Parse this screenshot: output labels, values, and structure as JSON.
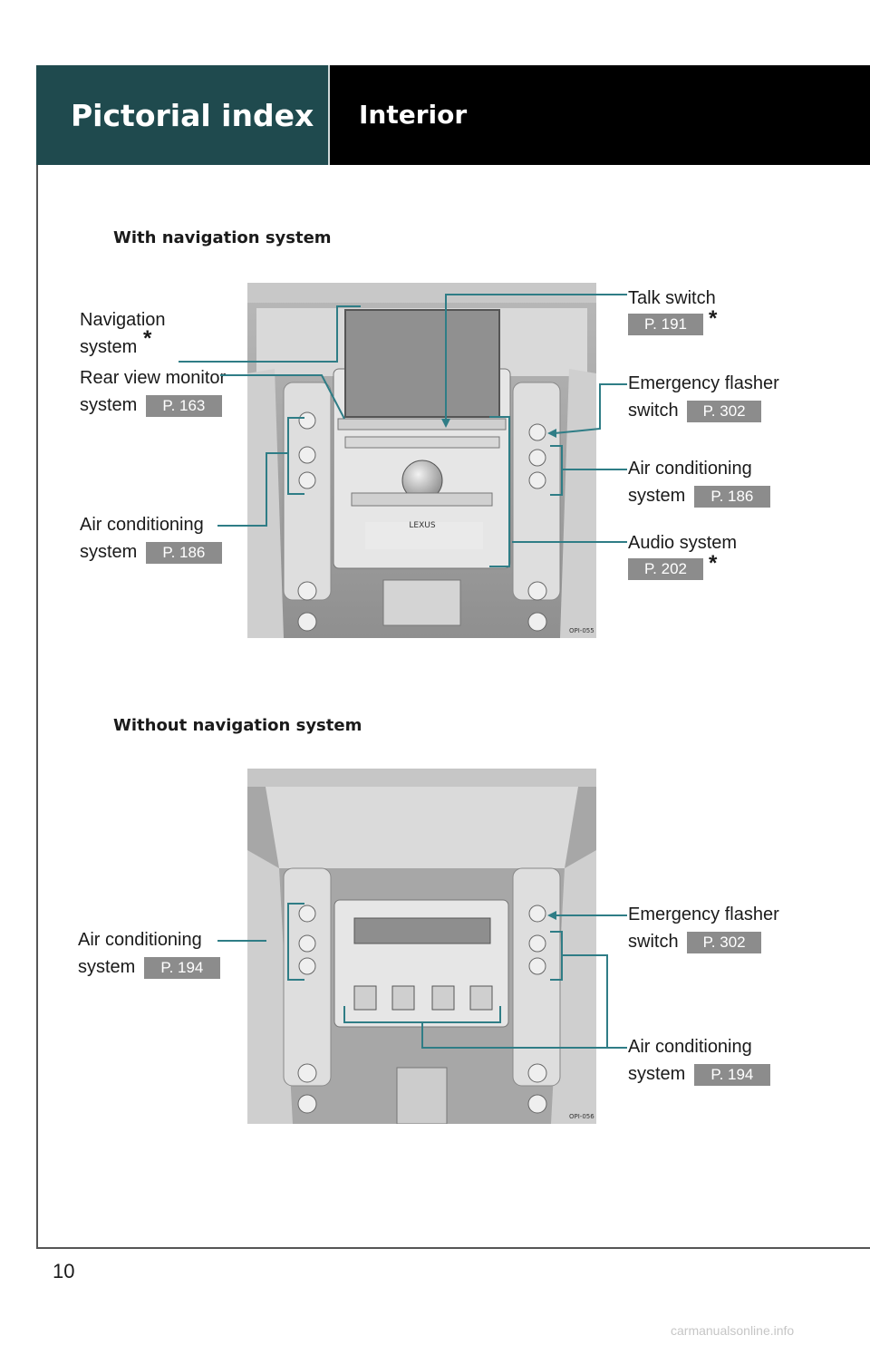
{
  "header": {
    "section": "Pictorial index",
    "title": "Interior"
  },
  "with_nav": {
    "title": "With navigation system",
    "figure_code": "OPI-055",
    "labels": {
      "navigation": {
        "line1": "Navigation",
        "line2": "system",
        "star": "*"
      },
      "rear_view": {
        "line1": "Rear view monitor",
        "line2": "system",
        "ref": "P. 163"
      },
      "air_left": {
        "line1": "Air conditioning",
        "line2": "system",
        "ref": "P. 186"
      },
      "talk": {
        "line1": "Talk switch",
        "ref": "P. 191",
        "star": "*"
      },
      "emergency": {
        "line1": "Emergency flasher",
        "line2": "switch",
        "ref": "P. 302"
      },
      "air_right": {
        "line1": "Air conditioning",
        "line2": "system",
        "ref": "P. 186"
      },
      "audio": {
        "line1": "Audio system",
        "ref": "P. 202",
        "star": "*"
      }
    }
  },
  "without_nav": {
    "title": "Without navigation system",
    "figure_code": "OPI-056",
    "labels": {
      "air_left": {
        "line1": "Air conditioning",
        "line2": "system",
        "ref": "P. 194"
      },
      "emergency": {
        "line1": "Emergency flasher",
        "line2": "switch",
        "ref": "P. 302"
      },
      "air_right": {
        "line1": "Air conditioning",
        "line2": "system",
        "ref": "P. 194"
      }
    }
  },
  "page_number": "10",
  "watermark": "carmanualsonline.info",
  "colors": {
    "header_teal": "#1f4a4e",
    "header_black": "#000000",
    "leader": "#2f7d86",
    "ref_box": "#8c8c8c"
  }
}
